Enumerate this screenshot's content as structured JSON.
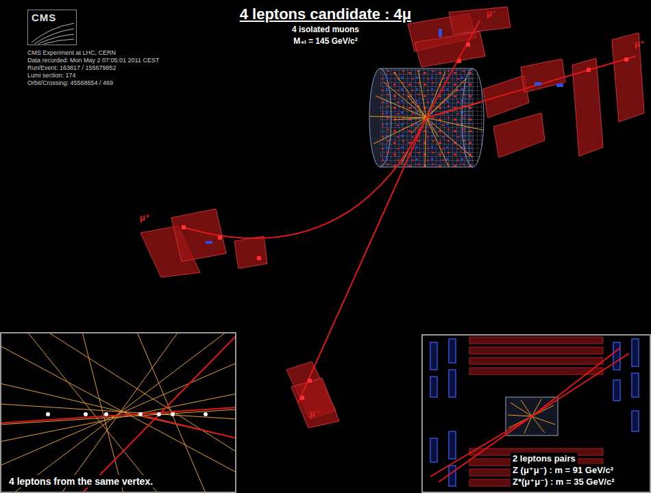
{
  "diagram": {
    "title": "4 leptons candidate : 4μ",
    "nodes": [
      {
        "text": [
          "CMS"
        ]
      },
      {
        "text": [
          "4 leptons from the same vertex."
        ]
      },
      {
        "text": [
          "2 leptons pairs",
          "Z (μ⁺μ⁻) : m = 91 GeV/c²",
          "Z*(μ⁺μ⁻) : m = 35 GeV/c²"
        ]
      }
    ],
    "labels": [
      "4 isolated muons",
      "M₄ₗ = 145 GeV/c²",
      "CMS Experiment at LHC, CERN",
      "Data recorded: Mon May 2 07:05:01 2011 CEST",
      "Run/Event: 163817 / 155679852",
      "Lumi section: 174",
      "Orbit/Crossing: 45568654 / 469",
      "μ⁻",
      "μ⁺",
      "μ⁺",
      "μ⁻"
    ]
  }
}
